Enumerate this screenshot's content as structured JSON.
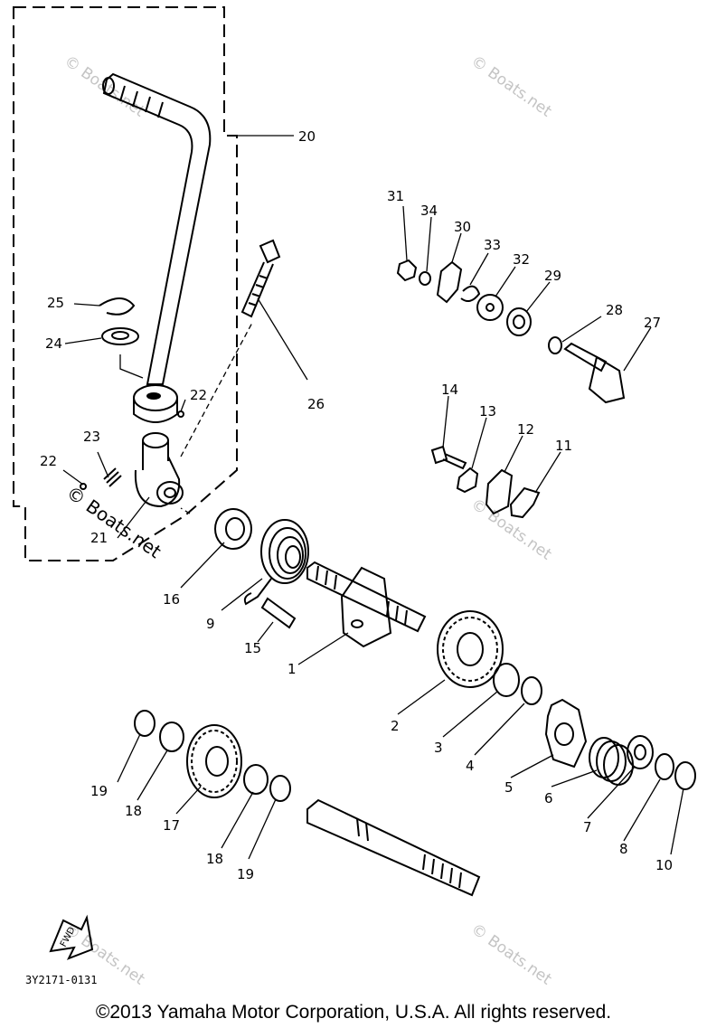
{
  "watermark": "© Boats.net",
  "part_number": "3Y2171-0131",
  "fwd_label": "FWD",
  "copyright": "©2013 Yamaha Motor Corporation, U.S.A. All rights reserved.",
  "callouts": {
    "c1": "1",
    "c2": "2",
    "c3": "3",
    "c4": "4",
    "c5": "5",
    "c6": "6",
    "c7": "7",
    "c8": "8",
    "c9": "9",
    "c10": "10",
    "c11": "11",
    "c12": "12",
    "c13": "13",
    "c14": "14",
    "c15": "15",
    "c16": "16",
    "c17": "17",
    "c18a": "18",
    "c18b": "18",
    "c19a": "19",
    "c19b": "19",
    "c20": "20",
    "c21": "21",
    "c22a": "22",
    "c22b": "22",
    "c23": "23",
    "c24": "24",
    "c25": "25",
    "c26": "26",
    "c27": "27",
    "c28": "28",
    "c29": "29",
    "c30": "30",
    "c31": "31",
    "c32": "32",
    "c33": "33",
    "c34": "34"
  }
}
